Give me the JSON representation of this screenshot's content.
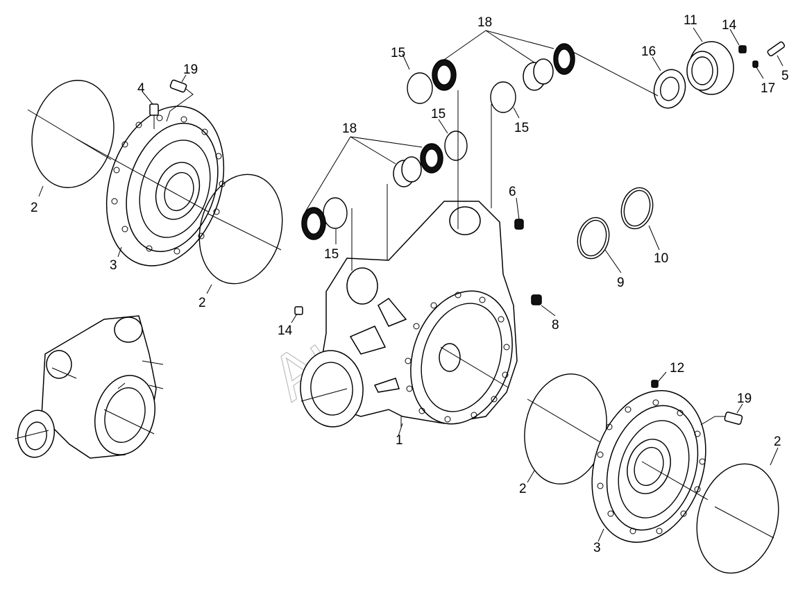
{
  "watermark": "AutoSoft",
  "callouts": {
    "c1": "1",
    "c2a": "2",
    "c2b": "2",
    "c2c": "2",
    "c2d": "2",
    "c3a": "3",
    "c3b": "3",
    "c4": "4",
    "c5": "5",
    "c6": "6",
    "c8": "8",
    "c9": "9",
    "c10": "10",
    "c11": "11",
    "c12": "12",
    "c14a": "14",
    "c14b": "14",
    "c15a": "15",
    "c15b": "15",
    "c15c": "15",
    "c15d": "15",
    "c16": "16",
    "c17": "17",
    "c18a": "18",
    "c18b": "18",
    "c19a": "19",
    "c19b": "19"
  }
}
